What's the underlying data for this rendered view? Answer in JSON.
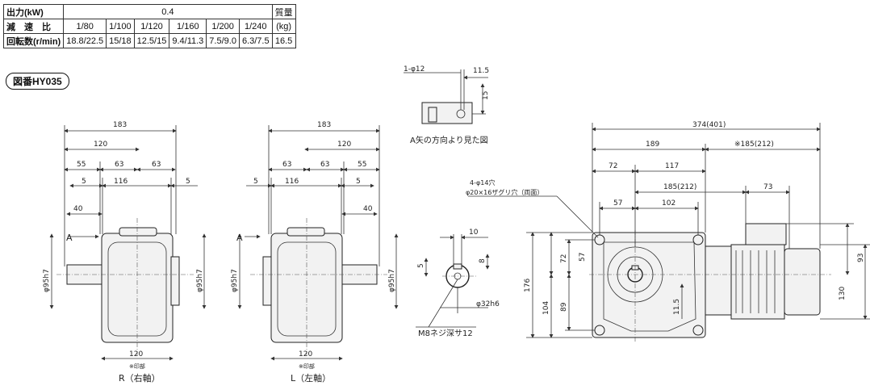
{
  "spec_table": {
    "row1": {
      "label": "出力(kW)",
      "value": "0.4",
      "mass_header": "質量"
    },
    "row2": {
      "label": "減　速　比",
      "ratios": [
        "1/80",
        "1/100",
        "1/120",
        "1/160",
        "1/200",
        "1/240"
      ],
      "mass_unit": "(kg)"
    },
    "row3": {
      "label": "回転数(r/min)",
      "speeds": [
        "18.8/22.5",
        "15/18",
        "12.5/15",
        "9.4/11.3",
        "7.5/9.0",
        "6.3/7.5"
      ],
      "mass": "16.5"
    }
  },
  "figure_number": "図番HY035",
  "view_a": {
    "hole_label": "1-φ12",
    "dim_right": "11.5",
    "dim_height": "15",
    "caption": "A矢の方向より見た図"
  },
  "right_shaft_view": {
    "overall": "183",
    "d120": "120",
    "d55": "55",
    "d63a": "63",
    "d63b": "63",
    "d5a": "5",
    "d116": "116",
    "d5b": "5",
    "d40": "40",
    "arrow": "A",
    "phi_left": "φ95h7",
    "phi_right": "φ95h7",
    "bottom": "120",
    "mark": "※印部",
    "caption": "R（右軸）"
  },
  "left_shaft_view": {
    "overall": "183",
    "d120": "120",
    "d63a": "63",
    "d63b": "63",
    "d55": "55",
    "d5a": "5",
    "d116": "116",
    "d5b": "5",
    "d40": "40",
    "arrow": "A",
    "phi_left": "φ95h7",
    "phi_right": "φ95h7",
    "bottom": "120",
    "mark": "※印部",
    "caption": "L（左軸）"
  },
  "shaft_detail": {
    "d10": "10",
    "d5": "5",
    "d8": "8",
    "phi": "φ32h6",
    "thread": "M8ネジ深サ12"
  },
  "side_view": {
    "overall": "374(401)",
    "d189": "189",
    "d185_212": "※185(212)",
    "d72": "72",
    "d117": "117",
    "d185": "185(212)",
    "d73": "73",
    "d57": "57",
    "d102": "102",
    "holes_note1": "4-φ14穴",
    "holes_note2": "φ20×16ザグリ穴（両面）",
    "v72": "72",
    "v57": "57",
    "v176": "176",
    "v104": "104",
    "v89": "89",
    "v11_5": "11.5",
    "v93": "93",
    "v130": "130"
  }
}
